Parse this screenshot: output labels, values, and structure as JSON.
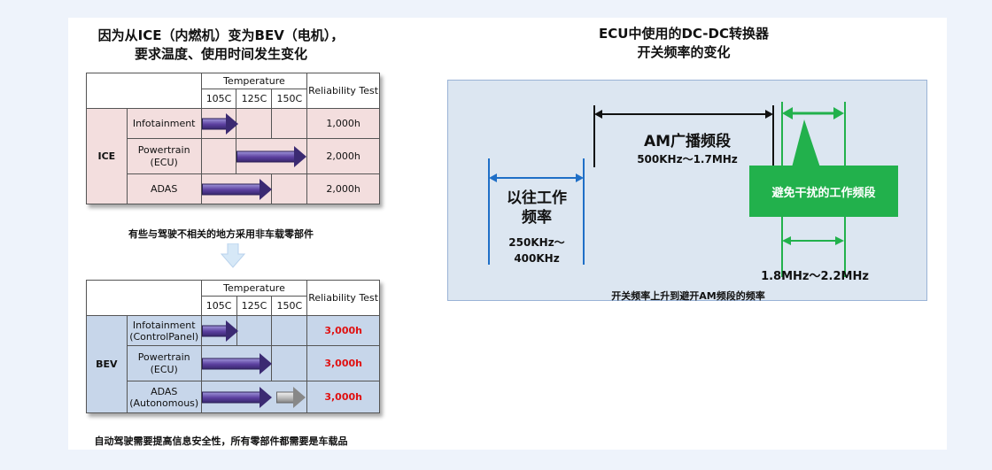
{
  "left": {
    "title_line1": "因为从ICE（内燃机）变为BEV（电机），",
    "title_line2": "要求温度、使用时间发生变化",
    "header": {
      "temperature": "Temperature",
      "t1": "105C",
      "t2": "125C",
      "t3": "150C",
      "reliability": "Reliability Test"
    },
    "ice": {
      "group": "ICE",
      "rows": [
        {
          "name": "Infotainment",
          "test": "1,000h"
        },
        {
          "name": "Powertrain (ECU)",
          "test": "2,000h"
        },
        {
          "name": "ADAS",
          "test": "2,000h"
        }
      ],
      "caption": "有些与驾驶不相关的地方采用非车载零部件"
    },
    "bev": {
      "group": "BEV",
      "rows": [
        {
          "name": "Infotainment (ControlPanel)",
          "test": "3,000h"
        },
        {
          "name": "Powertrain (ECU)",
          "test": "3,000h"
        },
        {
          "name": "ADAS (Autonomous)",
          "test": "3,000h"
        }
      ],
      "caption": "自动驾驶需要提高信息安全性，所有零部件都需要是车载品"
    }
  },
  "right": {
    "title_line1": "ECU中使用的DC-DC转换器",
    "title_line2": "开关频率的变化",
    "am_label": "AM广播频段",
    "am_range": "500KHz～1.7MHz",
    "old_label_1": "以往工作",
    "old_label_2": "频率",
    "old_range_1": "250KHz～",
    "old_range_2": "400KHz",
    "avoid_label": "避免干扰的工作频段",
    "new_range": "1.8MHz～2.2MHz",
    "caption": "开关频率上升到避开AM频段的频率"
  },
  "colors": {
    "accent_green": "#22b14c",
    "arrow_blue": "#1f6fc7",
    "red": "#e01010"
  }
}
